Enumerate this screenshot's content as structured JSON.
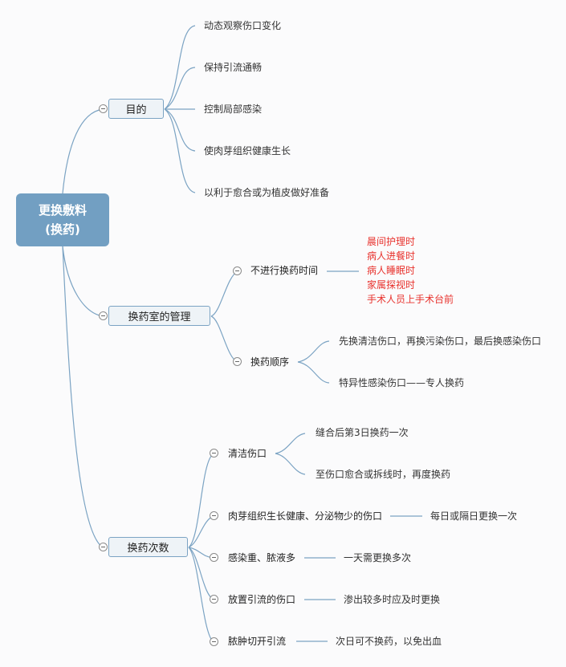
{
  "root": {
    "line1": "更换敷料",
    "line2": "(换药)"
  },
  "colors": {
    "root_fill": "#729fc2",
    "link": "#7ba3c3",
    "highlight_text": "#e8322d"
  },
  "branches": {
    "purpose": {
      "label": "目的",
      "items": [
        "动态观察伤口变化",
        "保持引流通畅",
        "控制局部感染",
        "使肉芽组织健康生长",
        "以利于愈合或为植皮做好准备"
      ]
    },
    "room": {
      "label": "换药室的管理",
      "no_change_time": {
        "label": "不进行换药时间",
        "items": [
          "晨间护理时",
          "病人进餐时",
          "病人睡眠时",
          "家属探视时",
          "手术人员上手术台前"
        ]
      },
      "order": {
        "label": "换药顺序",
        "items": [
          "先换清洁伤口，再换污染伤口，最后换感染伤口",
          "特异性感染伤口——专人换药"
        ]
      }
    },
    "frequency": {
      "label": "换药次数",
      "clean": {
        "label": "清洁伤口",
        "items": [
          "缝合后第3日换药一次",
          "至伤口愈合或拆线时，再度换药"
        ]
      },
      "granulation": {
        "label": "肉芽组织生长健康、分泌物少的伤口",
        "value": "每日或隔日更换一次"
      },
      "infected": {
        "label": "感染重、脓液多",
        "value": "一天需更换多次"
      },
      "drainage": {
        "label": "放置引流的伤口",
        "value": "渗出较多时应及时更换"
      },
      "abscess": {
        "label": "脓肿切开引流",
        "value": "次日可不换药，以免出血"
      }
    }
  }
}
